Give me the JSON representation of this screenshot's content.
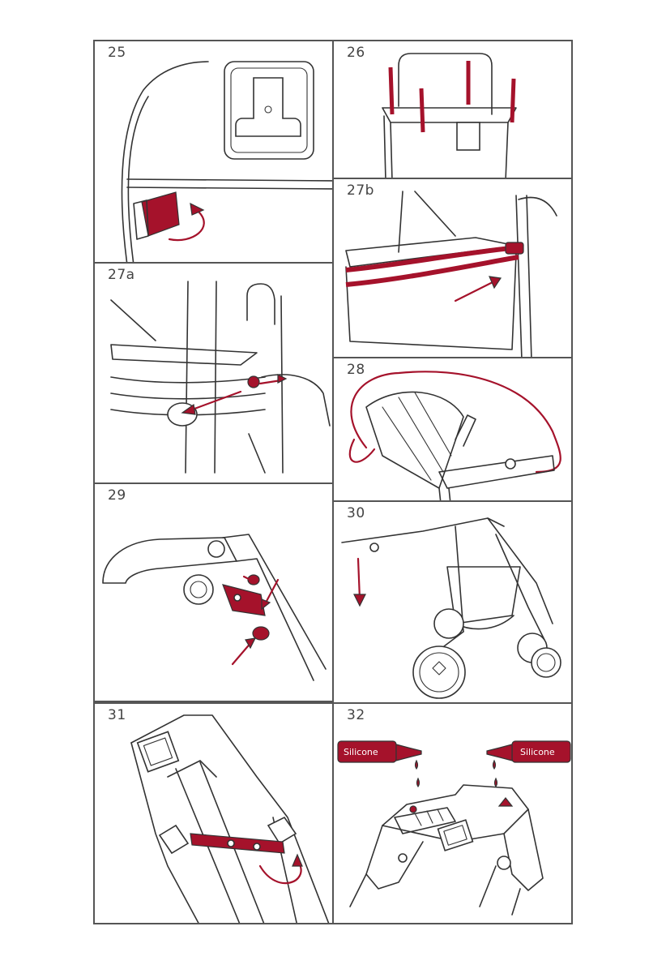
{
  "steps": {
    "s25": "25",
    "s26": "26",
    "s27b": "27b",
    "s27a": "27a",
    "s28": "28",
    "s29": "29",
    "s30": "30",
    "s31": "31",
    "s32": "32"
  },
  "labels": {
    "silicone_left": "Silicone",
    "silicone_right": "Silicone"
  },
  "colors": {
    "accent": "#a5122b",
    "line": "#333333",
    "border": "#555555"
  }
}
